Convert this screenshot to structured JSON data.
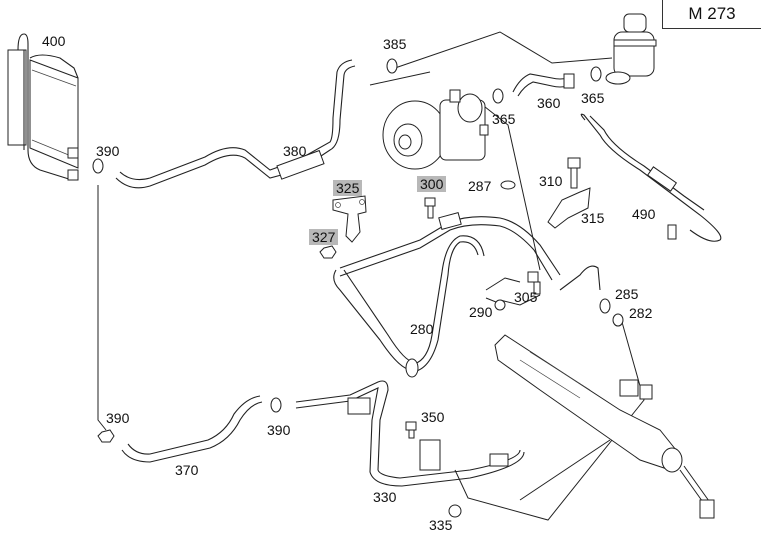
{
  "diagram": {
    "model_code": "M 273",
    "subject": "Power steering hydraulic lines exploded view",
    "colors": {
      "line": "#222222",
      "highlight_label_bg": "#b8b8b8",
      "background": "#ffffff"
    },
    "parts": [
      {
        "id": "p400",
        "number": "400",
        "name": "oil-cooler"
      },
      {
        "id": "p390a",
        "number": "390",
        "name": "hose-clamp"
      },
      {
        "id": "p380",
        "number": "380",
        "name": "return-hose-upper"
      },
      {
        "id": "p385",
        "number": "385",
        "name": "hose-clamp"
      },
      {
        "id": "p365a",
        "number": "365",
        "name": "hose-clamp"
      },
      {
        "id": "p360",
        "number": "360",
        "name": "suction-hose"
      },
      {
        "id": "p365b",
        "number": "365",
        "name": "hose-clamp"
      },
      {
        "id": "p325",
        "number": "325",
        "name": "bracket",
        "highlighted": true
      },
      {
        "id": "p300",
        "number": "300",
        "name": "bolt",
        "highlighted": true
      },
      {
        "id": "p327",
        "number": "327",
        "name": "nut",
        "highlighted": true
      },
      {
        "id": "p287",
        "number": "287",
        "name": "seal-ring"
      },
      {
        "id": "p310",
        "number": "310",
        "name": "bolt"
      },
      {
        "id": "p315",
        "number": "315",
        "name": "bracket"
      },
      {
        "id": "p490",
        "number": "490",
        "name": "pressure-line"
      },
      {
        "id": "p290",
        "number": "290",
        "name": "bolt"
      },
      {
        "id": "p305",
        "number": "305",
        "name": "bolt"
      },
      {
        "id": "p285",
        "number": "285",
        "name": "seal-ring"
      },
      {
        "id": "p282",
        "number": "282",
        "name": "seal-ring"
      },
      {
        "id": "p280",
        "number": "280",
        "name": "pressure-hose"
      },
      {
        "id": "p390b",
        "number": "390",
        "name": "hose-clamp"
      },
      {
        "id": "p390c",
        "number": "390",
        "name": "hose-clamp"
      },
      {
        "id": "p370",
        "number": "370",
        "name": "return-hose-lower"
      },
      {
        "id": "p350",
        "number": "350",
        "name": "bolt"
      },
      {
        "id": "p330",
        "number": "330",
        "name": "return-line"
      },
      {
        "id": "p335",
        "number": "335",
        "name": "seal-ring"
      }
    ]
  }
}
